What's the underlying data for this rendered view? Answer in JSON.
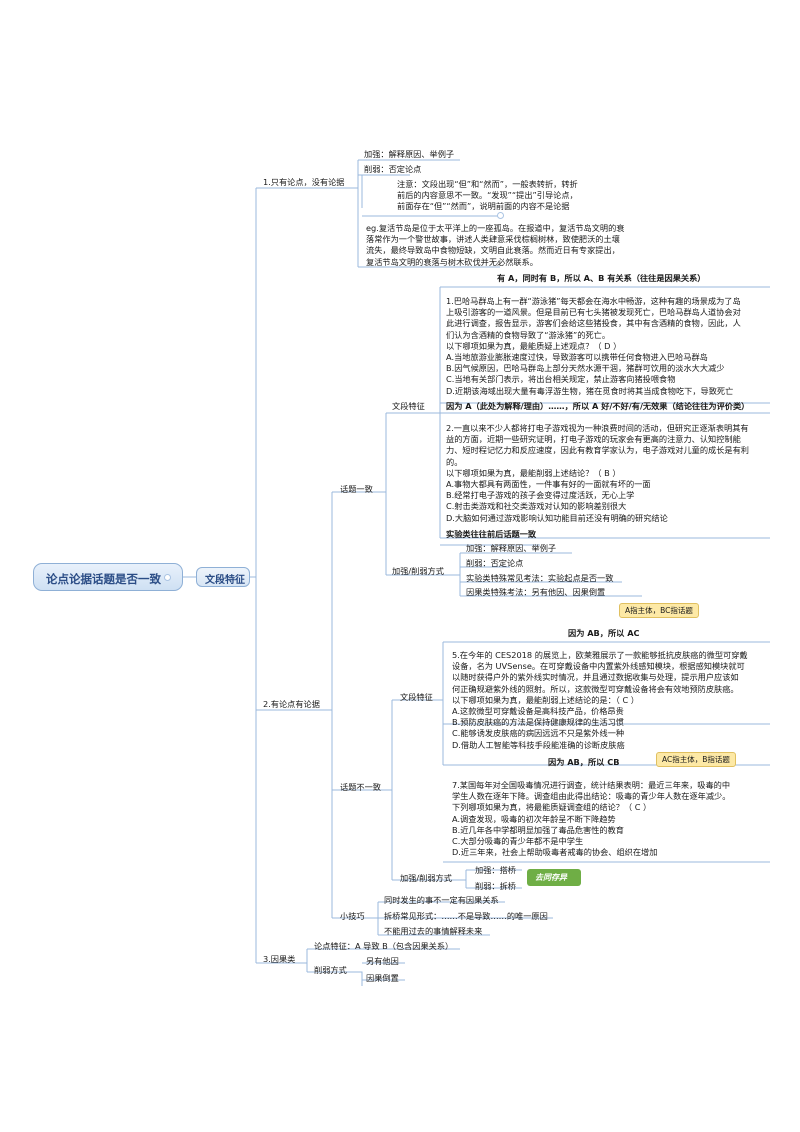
{
  "root": {
    "label": "论点论据话题是否一致"
  },
  "level1": {
    "label": "文段特征"
  },
  "sec1": {
    "title": "1.只有论点，没有论据",
    "strengthen": "加强：解释原因、举例子",
    "weaken": "削弱：否定论点",
    "note": [
      "注意：文段出现“但”和“然而”，一般表转折，转折",
      "前后的内容意思不一致。“发现”“提出”引导论点，",
      "前面存在“但”“然而”，说明前面的内容不是论据"
    ],
    "example": [
      "eg.复活节岛是位于太平洋上的一座孤岛。在报道中，复活节岛文明的衰",
      "落常作为一个警世故事，讲述人类肆意采伐棕榈树林，致使肥沃的土壤",
      "流失，最终导致岛中食物短缺，文明自此衰落。然而近日有专家提出，",
      "复活节岛文明的衰落与树木砍伐并无必然联系。"
    ]
  },
  "sec2": {
    "title": "2.有论点有论据",
    "topic_same": {
      "title": "话题一致",
      "feature": "文段特征",
      "header1": "有 A，同时有 B，所以 A、B 有关系（往往是因果关系）",
      "q1": [
        "1.巴哈马群岛上有一群“游泳猪”每天都会在海水中畅游，这种有趣的场景成为了岛",
        "上吸引游客的一道风景。但是目前已有七头猪被发现死亡，巴哈马群岛人道协会对",
        "此进行调查，报告显示，游客们会给这些猪投食，其中有含酒精的食物，因此，人",
        "们认为含酒精的食物导致了“游泳猪”的死亡。",
        "以下哪项如果为真，最能质疑上述观点？（ D ）",
        "A.当地旅游业膨胀速度过快，导致游客可以携带任何食物进入巴哈马群岛",
        "B.因气候原因，巴哈马群岛上部分天然水源干涸，猪群可饮用的淡水大大减少",
        "C.当地有关部门表示，将出台相关规定，禁止游客向猪投喂食物",
        "D.近期该海域出现大量有毒浮游生物，猪在觅食时将其当成食物吃下，导致死亡"
      ],
      "header2": "因为 A（此处为解释/理由）……，所以 A 好/不好/有/无效果（结论往往为评价类）",
      "q2": [
        "2.一直以来不少人都将打电子游戏视为一种浪费时间的活动，但研究正逐渐表明其有",
        "益的方面，近期一些研究证明，打电子游戏的玩家会有更高的注意力、认知控制能",
        "力、短时程记忆力和反应速度，因此有教育学家认为，电子游戏对儿童的成长是有利",
        "的。",
        "以下哪项如果为真，最能削弱上述结论？（ B ）",
        "A.事物大都具有两面性，一件事有好的一面就有坏的一面",
        "B.经常打电子游戏的孩子会变得过度活跃，无心上学",
        "C.射击类游戏和社交类游戏对认知的影响差别很大",
        "D.大脑如何通过游戏影响认知功能目前还没有明确的研究结论"
      ],
      "header3": "实验类往往前后话题一致",
      "method": "加强/削弱方式",
      "m1": "加强：解释原因、举例子",
      "m2": "削弱：否定论点",
      "m3": "实验类特殊常见考法：实验起点是否一致",
      "m4": "因果类特殊考法：另有他因、因果倒置"
    },
    "topic_diff": {
      "title": "话题不一致",
      "feature": "文段特征",
      "callout1": "A指主体，BC指话题",
      "header1": "因为 AB，所以 AC",
      "q5": [
        "5.在今年的 CES2018 的展览上，欧莱雅展示了一款能够抵抗皮肤癌的微型可穿戴",
        "设备，名为 UVSense。在可穿戴设备中内置紫外线感知模块，根据感知模块就可",
        "以随时获得户外的紫外线实时情况，并且通过数据收集与处理，提示用户应该如",
        "何正确规避紫外线的照射。所以，这款微型可穿戴设备将会有效地预防皮肤癌。",
        "以下哪项如果为真，最能削弱上述结论的是：（ C ）",
        "A.这款微型可穿戴设备是高科技产品，价格昂贵",
        "B.预防皮肤癌的方法是保持健康规律的生活习惯",
        "C.能够诱发皮肤癌的病因远远不只是紫外线一种",
        "D.借助人工智能等科技手段能准确的诊断皮肤癌"
      ],
      "callout2": "AC指主体，B指话题",
      "header2": "因为 AB，所以 CB",
      "q7": [
        "7.某国每年对全国吸毒情况进行调查，统计结果表明：最近三年来，吸毒的中",
        "学生人数在逐年下降。调查组由此得出结论：吸毒的青少年人数在逐年减少。",
        "下列哪项如果为真，将最能质疑调查组的结论？（ C ）",
        "A.调查发现，吸毒的初次年龄呈不断下降趋势",
        "B.近几年各中学都明显加强了毒品危害性的教育",
        "C.大部分吸毒的青少年都不是中学生",
        "D.近三年来，社会上帮助吸毒者戒毒的协会、组织在增加"
      ],
      "method": "加强/削弱方式",
      "m1": "加强：搭桥",
      "m2": "削弱：拆桥",
      "green": "去同存异"
    },
    "tips": {
      "title": "小技巧",
      "t1": "同时发生的事不一定有因果关系",
      "t2": "拆桥常见形式：……不是导致……的唯一原因",
      "t3": "不能用过去的事情解释未来"
    }
  },
  "sec3": {
    "title": "3.因果类",
    "feature": "论点特征：A 导致 B（包含因果关系）",
    "weaken": "削弱方式",
    "w1": "另有他因",
    "w2": "因果倒置"
  },
  "colors": {
    "line": "#9bb8dc",
    "root_text": "#2b4d86",
    "callout_bg": "#fde9a6",
    "green": "#6fae45"
  }
}
